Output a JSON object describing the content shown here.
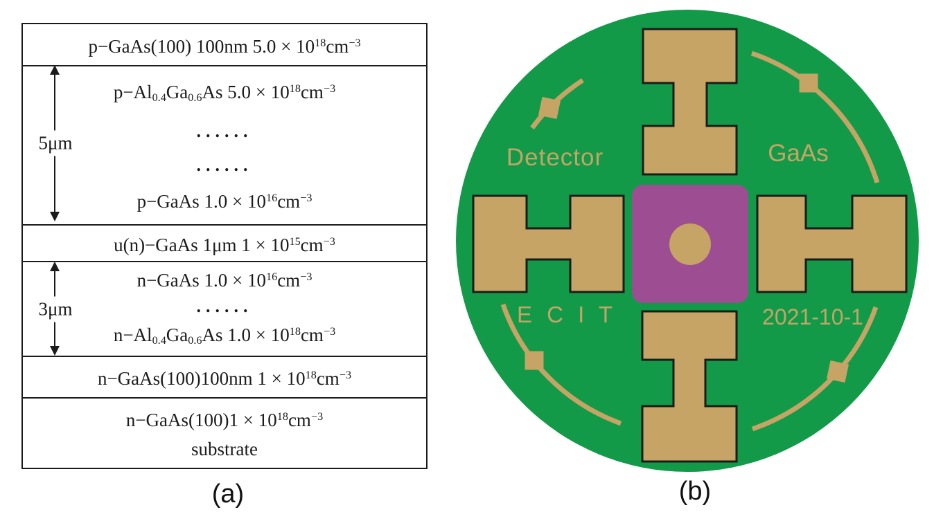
{
  "figure": {
    "panel_a": {
      "caption": "(a)",
      "arrows": {
        "upper": "5μm",
        "lower": "3μm"
      },
      "layers": [
        {
          "lines": [
            "p−GaAs(100) 100nm 5.0 × 10^{18}cm^{−3}"
          ]
        },
        {
          "lines": [
            "p−Al_{0.4}Ga_{0.6}As 5.0 × 10^{18}cm^{−3}",
            "......",
            "......",
            "p−GaAs 1.0 × 10^{16}cm^{−3}"
          ],
          "thickness": "5μm"
        },
        {
          "lines": [
            "u(n)−GaAs 1μm 1 × 10^{15}cm^{−3}"
          ]
        },
        {
          "lines": [
            "n−GaAs 1.0 × 10^{16}cm^{−3}",
            "......",
            "n−Al_{0.4}Ga_{0.6}As 1.0 × 10^{18}cm^{−3}"
          ],
          "thickness": "3μm"
        },
        {
          "lines": [
            "n−GaAs(100)100nm 1 × 10^{18}cm^{−3}"
          ]
        },
        {
          "lines": [
            "n−GaAs(100)1 × 10^{18}cm^{−3}",
            "substrate"
          ]
        }
      ]
    },
    "panel_b": {
      "caption": "(b)",
      "labels": {
        "top_left": "Detector",
        "top_right": "GaAs",
        "bottom_left": "E C I T",
        "bottom_right": "2021-10-1"
      },
      "colors": {
        "wafer_green": "#129a49",
        "metal_tan": "#c5a465",
        "mesa_purple": "#9d4d92",
        "outline": "#1b1b1b"
      }
    }
  }
}
